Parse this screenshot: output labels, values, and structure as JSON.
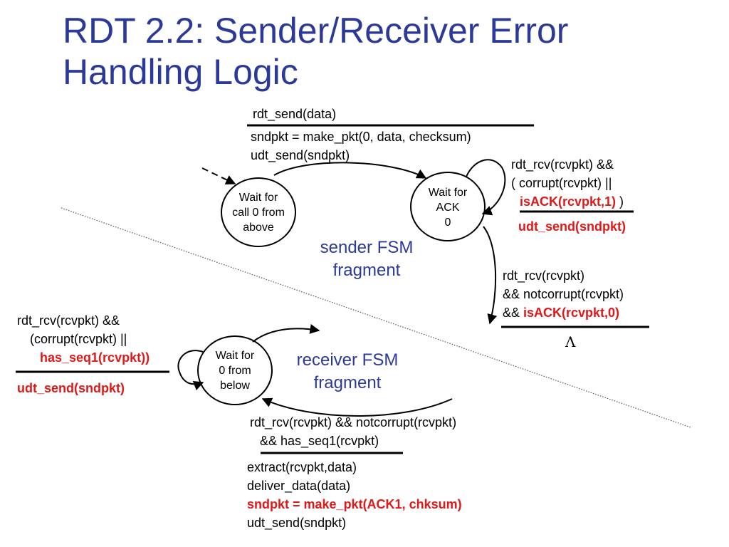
{
  "title": {
    "line1": "RDT 2.2: Sender/Receiver Error",
    "line2": "Handling Logic"
  },
  "states": {
    "wait_call0": [
      "Wait for",
      "call 0 from",
      "above"
    ],
    "wait_ack0": [
      "Wait for",
      "ACK",
      "0"
    ],
    "wait_0_below": [
      "Wait for",
      "0 from",
      "below"
    ]
  },
  "fsm_labels": {
    "sender": [
      "sender FSM",
      "fragment"
    ],
    "receiver": [
      "receiver FSM",
      "fragment"
    ]
  },
  "transitions": {
    "send_event": "rdt_send(data)",
    "send_actions": [
      "sndpkt = make_pkt(0, data, checksum)",
      "udt_send(sndpkt)"
    ],
    "ack_self_event": [
      "rdt_rcv(rcvpkt) &&",
      "( corrupt(rcvpkt) ||"
    ],
    "ack_self_event_red": "isACK(rcvpkt,1)",
    "ack_self_event_close": " )",
    "ack_self_action": "udt_send(sndpkt)",
    "ack_ok_event": [
      "rdt_rcv(rcvpkt)",
      "&& notcorrupt(rcvpkt)"
    ],
    "ack_ok_event_prefix": "&& ",
    "ack_ok_event_red": "isACK(rcvpkt,0)",
    "ack_ok_action": "Λ",
    "recv_self_event": [
      "rdt_rcv(rcvpkt) &&",
      "(corrupt(rcvpkt) ||"
    ],
    "recv_self_event_red": "has_seq1(rcvpkt))",
    "recv_self_action": "udt_send(sndpkt)",
    "recv_ok_event": [
      "rdt_rcv(rcvpkt) && notcorrupt(rcvpkt)",
      "&& has_seq1(rcvpkt)"
    ],
    "recv_ok_actions": [
      "extract(rcvpkt,data)",
      "deliver_data(data)"
    ],
    "recv_ok_action_red": "sndpkt = make_pkt(ACK1, chksum)",
    "recv_ok_action_last": "udt_send(sndpkt)"
  }
}
